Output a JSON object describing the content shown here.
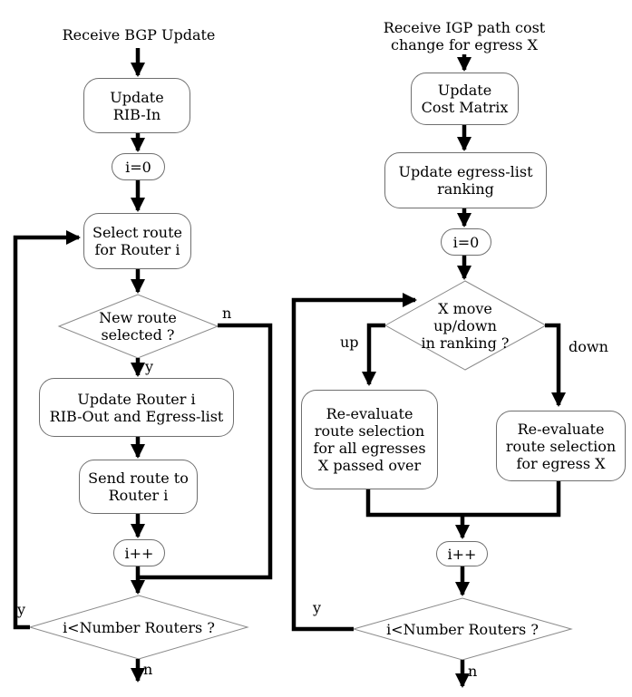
{
  "colors": {
    "line": "#000000",
    "node_border": "#6f6f6f",
    "diamond_border": "#8a8a8a",
    "background": "#ffffff"
  },
  "left_flow": {
    "start": "Receive BGP Update",
    "update_rib_in": "Update\nRIB-In",
    "init": "i=0",
    "select_route": "Select route\nfor Router i",
    "new_route_q": "New route\nselected ?",
    "update_router": "Update Router i\nRIB-Out and Egress-list",
    "send_route": "Send route to\nRouter i",
    "increment": "i++",
    "loop_q": "i<Number Routers ?",
    "label_n_new_route": "n",
    "label_y_new_route": "y",
    "label_y_loop": "y",
    "label_n_loop": "n"
  },
  "right_flow": {
    "start": "Receive IGP path cost\nchange for egress X",
    "update_cost_matrix": "Update\nCost Matrix",
    "update_ranking": "Update egress-list\nranking",
    "init": "i=0",
    "move_q": "X move\nup/down\nin ranking ?",
    "reevaluate_all": "Re-evaluate\nroute selection\nfor all egresses\nX passed over",
    "reevaluate_one": "Re-evaluate\nroute selection\nfor egress X",
    "increment": "i++",
    "loop_q": "i<Number Routers ?",
    "label_up": "up",
    "label_down": "down",
    "label_y_loop": "y",
    "label_n_loop": "n"
  }
}
